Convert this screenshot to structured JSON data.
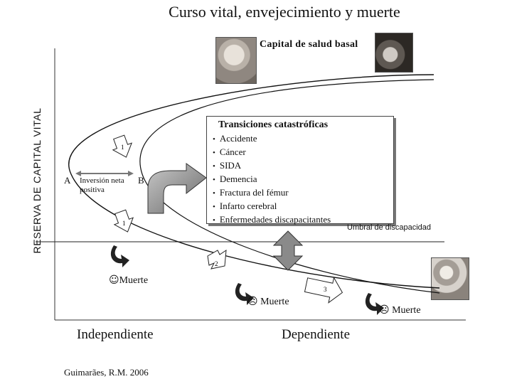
{
  "title": "Curso vital, envejecimiento y muerte",
  "baseline_label": "Capital de salud basal",
  "y_axis_label": "RESERVA DE CAPITAL VITAL",
  "transitions": {
    "title": "Transiciones catastróficas",
    "items": [
      "Accidente",
      "Cáncer",
      "SIDA",
      "Demencia",
      "Fractura del fémur",
      "Infarto cerebral",
      "Enfermedades discapacitantes"
    ]
  },
  "threshold_label": "Umbral de discapacidad",
  "point_a": "A",
  "point_b": "B",
  "net_investment": "Inversión neta positiva",
  "arrow_numbers": [
    "1",
    "1",
    "2",
    "3"
  ],
  "death_label": "Muerte",
  "death_icon": "smile-face-icon",
  "x_labels": {
    "left": "Independiente",
    "right": "Dependiente"
  },
  "credit": "Guimarães, R.M. 2006"
}
